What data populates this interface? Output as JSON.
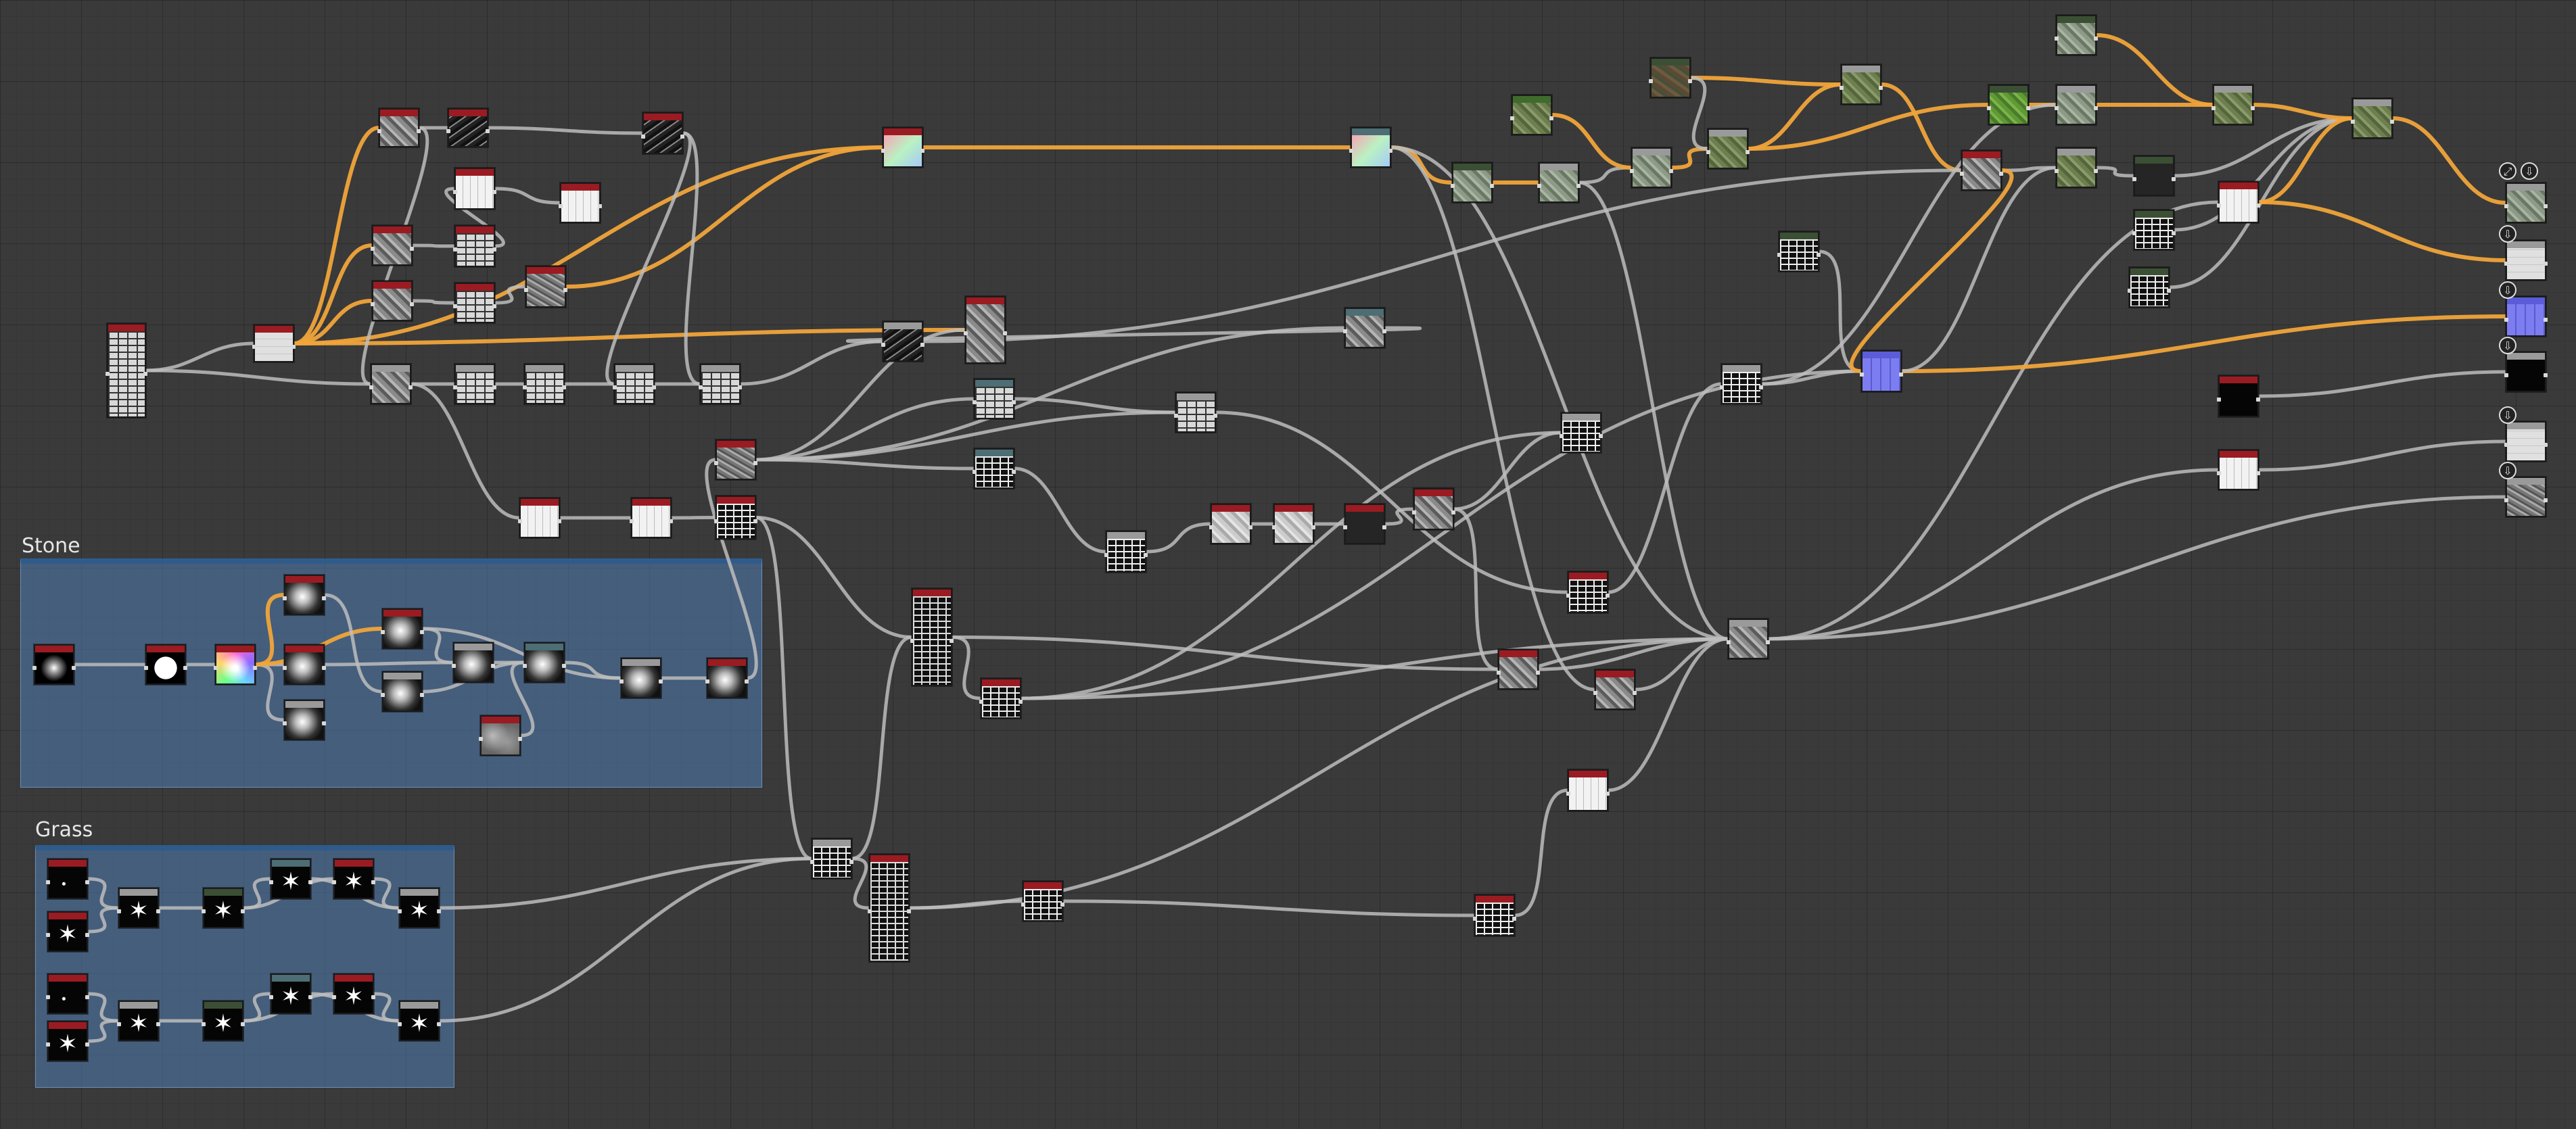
{
  "frames": [
    {
      "id": "stone",
      "title": "Stone"
    },
    {
      "id": "grass",
      "title": "Grass"
    }
  ],
  "colors": {
    "canvas_bg": "#3a3a3a",
    "frame_fill": "#4f7cb2",
    "frame_header": "#2f5b8a",
    "wire": "#bdbdbd",
    "wire_highlight": "#f0a43a",
    "node_header_red": "#9b1b22"
  },
  "icons": {
    "output_badge": "output-node-icon",
    "viewport_badge": "viewport-icon"
  }
}
